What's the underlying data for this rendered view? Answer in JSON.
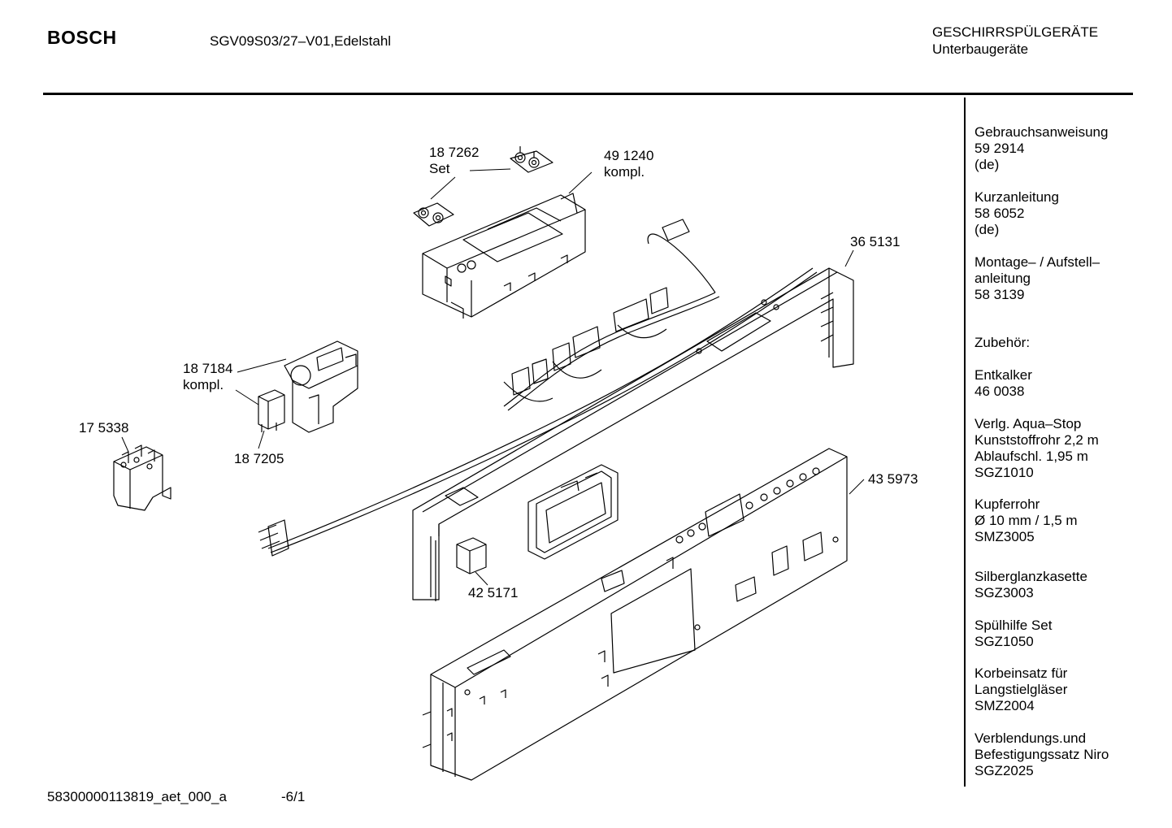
{
  "header": {
    "brand": "BOSCH",
    "model": "SGV09S03/27–V01,Edelstahl",
    "category_line1": "GESCHIRRSPÜLGERÄTE",
    "category_line2": "Unterbaugeräte"
  },
  "parts": [
    {
      "number": "18 7262",
      "note": "Set"
    },
    {
      "number": "49 1240",
      "note": "kompl."
    },
    {
      "number": "36 5131",
      "note": ""
    },
    {
      "number": "18 7184",
      "note": "kompl."
    },
    {
      "number": "17 5338",
      "note": ""
    },
    {
      "number": "18 7205",
      "note": ""
    },
    {
      "number": "43 5973",
      "note": ""
    },
    {
      "number": "42 5171",
      "note": ""
    }
  ],
  "sidebar": {
    "docs": [
      {
        "title": "Gebrauchsanweisung",
        "number": "59 2914",
        "lang": "(de)"
      },
      {
        "title": "Kurzanleitung",
        "number": "58 6052",
        "lang": "(de)"
      },
      {
        "title": "Montage– / Aufstell–",
        "title2": "anleitung",
        "number": "58 3139"
      }
    ],
    "accessories_heading": "Zubehör:",
    "accessories": [
      {
        "lines": [
          "Entkalker",
          "46 0038"
        ]
      },
      {
        "lines": [
          "Verlg. Aqua–Stop",
          "Kunststoffrohr 2,2 m",
          "Ablaufschl. 1,95 m",
          "SGZ1010"
        ]
      },
      {
        "lines": [
          "Kupferrohr",
          "Ø 10 mm / 1,5 m",
          "SMZ3005"
        ]
      },
      {
        "lines": [
          "Silberglanzkasette",
          "SGZ3003"
        ]
      },
      {
        "lines": [
          "Spülhilfe Set",
          "SGZ1050"
        ]
      },
      {
        "lines": [
          "Korbeinsatz für",
          "Langstielgläser",
          "SMZ2004"
        ]
      },
      {
        "lines": [
          "Verblendungs.und",
          "Befestigungssatz Niro",
          "SGZ2025"
        ]
      }
    ]
  },
  "footer": {
    "drawing_id": "58300000113819_aet_000_a",
    "page": "-6/1"
  },
  "colors": {
    "ink": "#000000",
    "paper": "#ffffff"
  }
}
